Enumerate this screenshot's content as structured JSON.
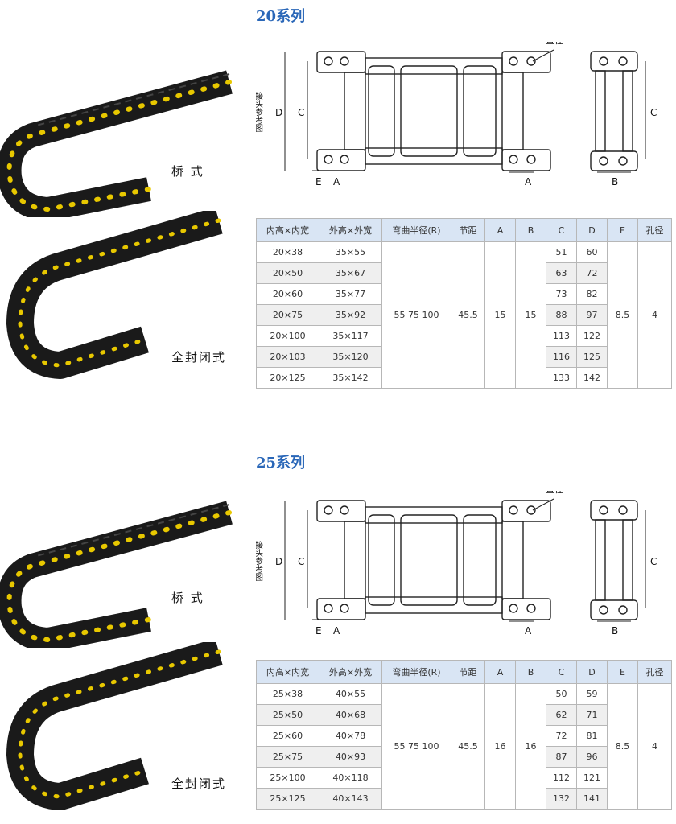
{
  "sections": [
    {
      "title": "20系列",
      "captions": {
        "bridge": "桥 式",
        "enclosed": "全封闭式"
      },
      "drawing": {
        "side_label": "接头参考图",
        "hole_label": "直径",
        "D": "D",
        "C": "C",
        "E": "E",
        "A": "A",
        "B": "B"
      },
      "table": {
        "headers": [
          "内高×内宽",
          "外高×外宽",
          "弯曲半径(R)",
          "节距",
          "A",
          "B",
          "C",
          "D",
          "E",
          "孔径"
        ],
        "rows": [
          {
            "inner": "20×38",
            "outer": "35×55",
            "C": "51",
            "D": "60"
          },
          {
            "inner": "20×50",
            "outer": "35×67",
            "C": "63",
            "D": "72"
          },
          {
            "inner": "20×60",
            "outer": "35×77",
            "C": "73",
            "D": "82"
          },
          {
            "inner": "20×75",
            "outer": "35×92",
            "C": "88",
            "D": "97"
          },
          {
            "inner": "20×100",
            "outer": "35×117",
            "C": "113",
            "D": "122"
          },
          {
            "inner": "20×103",
            "outer": "35×120",
            "C": "116",
            "D": "125"
          },
          {
            "inner": "20×125",
            "outer": "35×142",
            "C": "133",
            "D": "142"
          }
        ],
        "merged": {
          "radius": "55 75 100",
          "pitch": "45.5",
          "A": "15",
          "B": "15",
          "E": "8.5",
          "hole": "4"
        }
      }
    },
    {
      "title": "25系列",
      "captions": {
        "bridge": "桥 式",
        "enclosed": "全封闭式"
      },
      "drawing": {
        "side_label": "接头参考图",
        "hole_label": "直径",
        "D": "D",
        "C": "C",
        "E": "E",
        "A": "A",
        "B": "B"
      },
      "table": {
        "headers": [
          "内高×内宽",
          "外高×外宽",
          "弯曲半径(R)",
          "节距",
          "A",
          "B",
          "C",
          "D",
          "E",
          "孔径"
        ],
        "rows": [
          {
            "inner": "25×38",
            "outer": "40×55",
            "C": "50",
            "D": "59"
          },
          {
            "inner": "25×50",
            "outer": "40×68",
            "C": "62",
            "D": "71"
          },
          {
            "inner": "25×60",
            "outer": "40×78",
            "C": "72",
            "D": "81"
          },
          {
            "inner": "25×75",
            "outer": "40×93",
            "C": "87",
            "D": "96"
          },
          {
            "inner": "25×100",
            "outer": "40×118",
            "C": "112",
            "D": "121"
          },
          {
            "inner": "25×125",
            "outer": "40×143",
            "C": "132",
            "D": "141"
          }
        ],
        "merged": {
          "radius": "55 75 100",
          "pitch": "45.5",
          "A": "16",
          "B": "16",
          "E": "8.5",
          "hole": "4"
        }
      }
    }
  ],
  "colors": {
    "title": "#2a67b8",
    "header_bg": "#d9e5f4",
    "alt_row": "#efefef",
    "chain": "#1a1a1a",
    "dot": "#e8c800"
  }
}
